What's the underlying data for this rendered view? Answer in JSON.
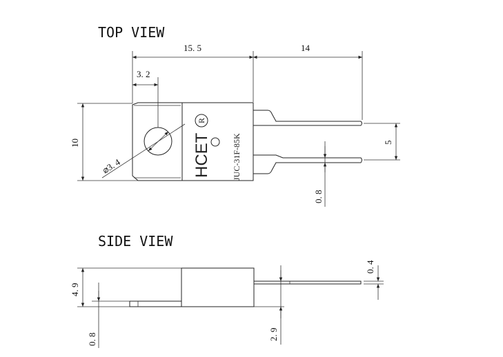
{
  "top_view": {
    "heading": "TOP VIEW",
    "dims": {
      "width": "15. 5",
      "lead_length": "14",
      "hole_offset": "3. 2",
      "height": "10",
      "hole_diameter": "⌀3. 4",
      "lead_pitch": "5",
      "lead_width": "0. 8"
    },
    "marking": {
      "brand": "HCET",
      "registered": "R",
      "part_number": "JUC-31F-85K"
    }
  },
  "side_view": {
    "heading": "SIDE VIEW",
    "dims": {
      "body_height": "4. 9",
      "tab_thickness": "0. 8",
      "lead_thickness": "0. 4",
      "lead_offset": "2. 9"
    }
  }
}
